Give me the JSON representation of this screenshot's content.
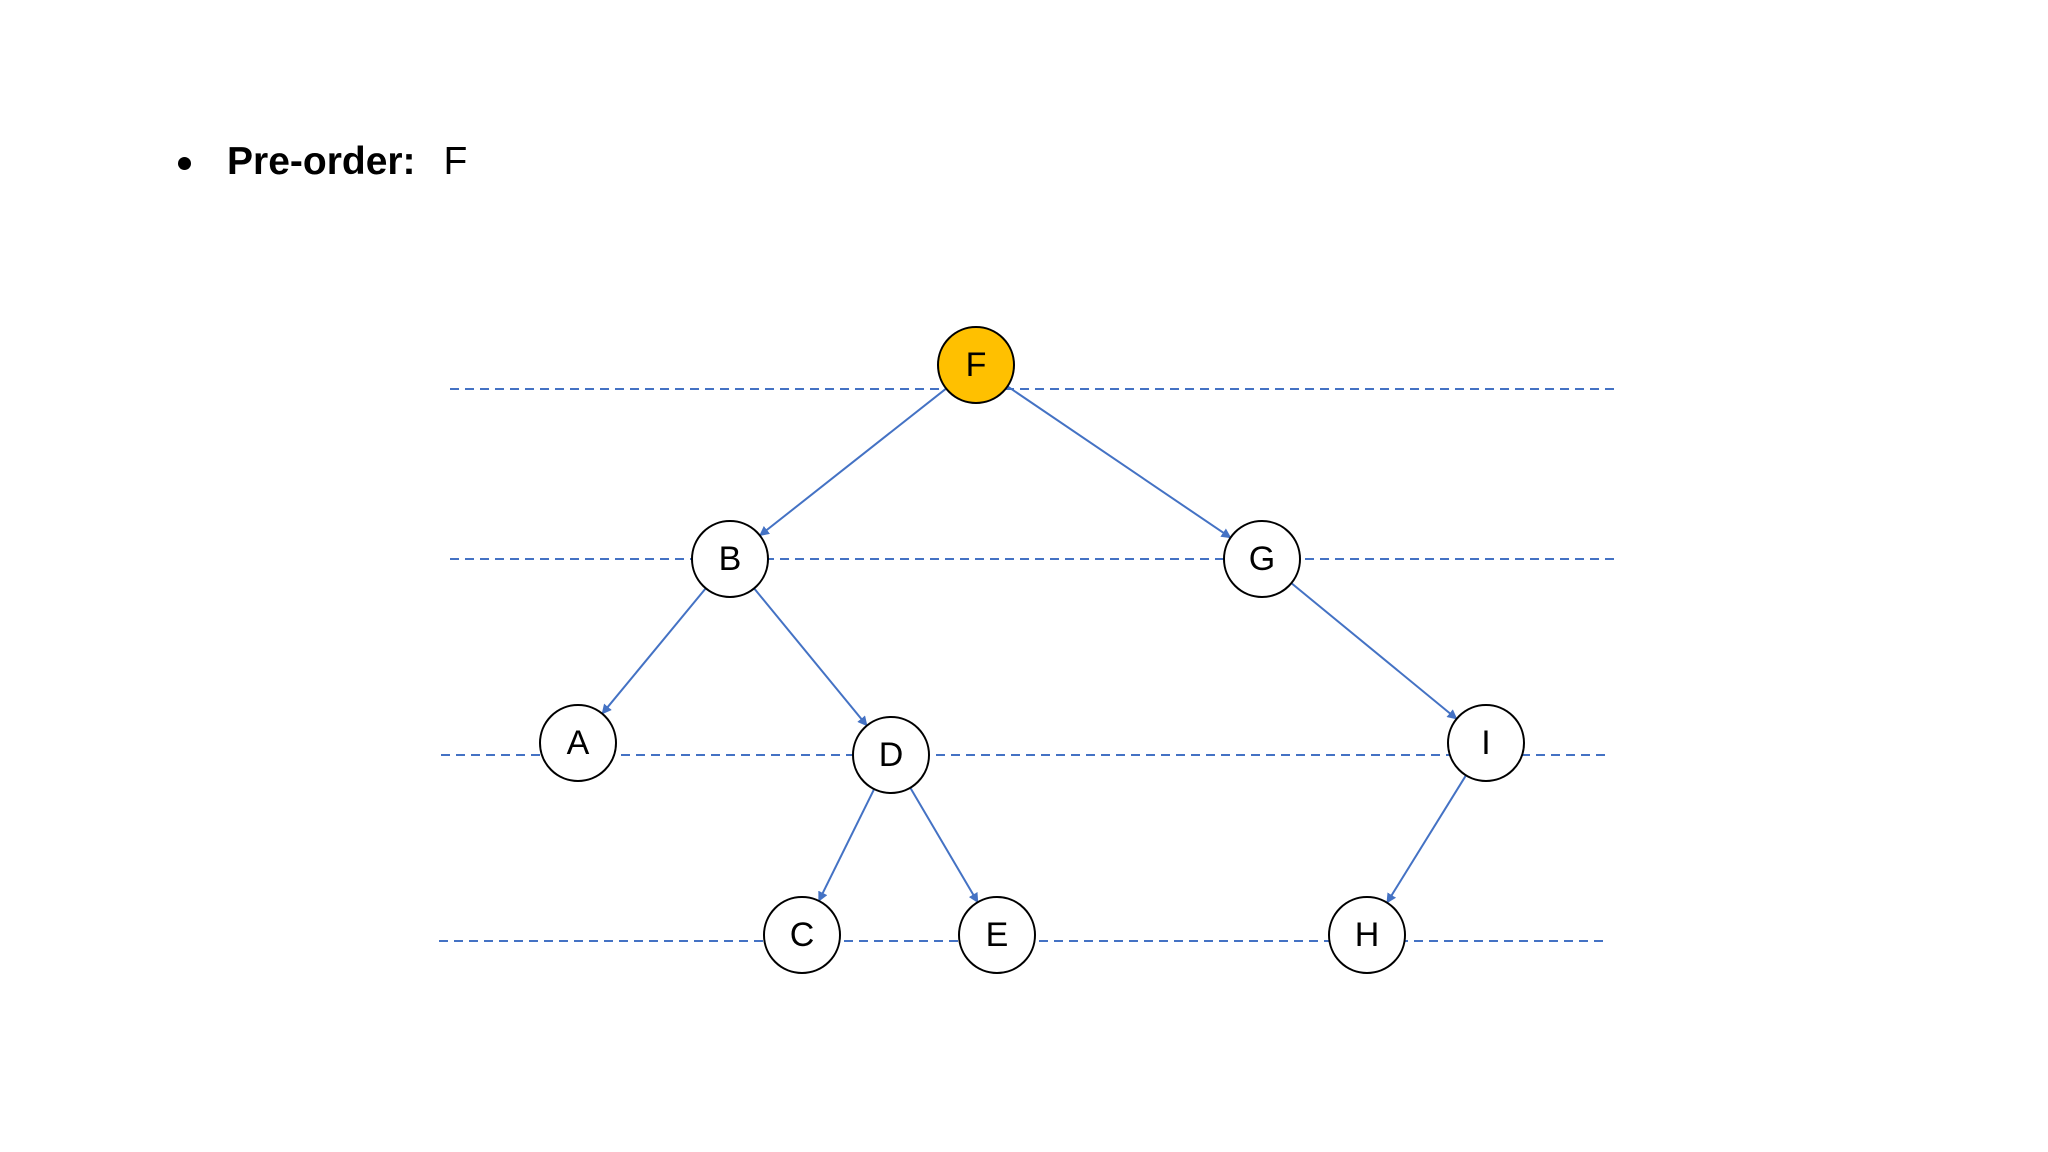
{
  "bullet": {
    "label": "Pre-order:",
    "value": "F"
  },
  "tree": {
    "nodes": [
      {
        "id": "F",
        "label": "F",
        "highlighted": true
      },
      {
        "id": "B",
        "label": "B",
        "highlighted": false
      },
      {
        "id": "G",
        "label": "G",
        "highlighted": false
      },
      {
        "id": "A",
        "label": "A",
        "highlighted": false
      },
      {
        "id": "D",
        "label": "D",
        "highlighted": false
      },
      {
        "id": "I",
        "label": "I",
        "highlighted": false
      },
      {
        "id": "C",
        "label": "C",
        "highlighted": false
      },
      {
        "id": "E",
        "label": "E",
        "highlighted": false
      },
      {
        "id": "H",
        "label": "H",
        "highlighted": false
      }
    ],
    "edges": [
      {
        "from": "F",
        "to": "B"
      },
      {
        "from": "F",
        "to": "G"
      },
      {
        "from": "B",
        "to": "A"
      },
      {
        "from": "B",
        "to": "D"
      },
      {
        "from": "G",
        "to": "I"
      },
      {
        "from": "D",
        "to": "C"
      },
      {
        "from": "D",
        "to": "E"
      },
      {
        "from": "I",
        "to": "H"
      }
    ]
  },
  "colors": {
    "highlight_fill": "#FFC000",
    "node_fill": "#FFFFFF",
    "node_stroke": "#000000",
    "edge": "#4472C4",
    "level_line": "#4472C4"
  }
}
